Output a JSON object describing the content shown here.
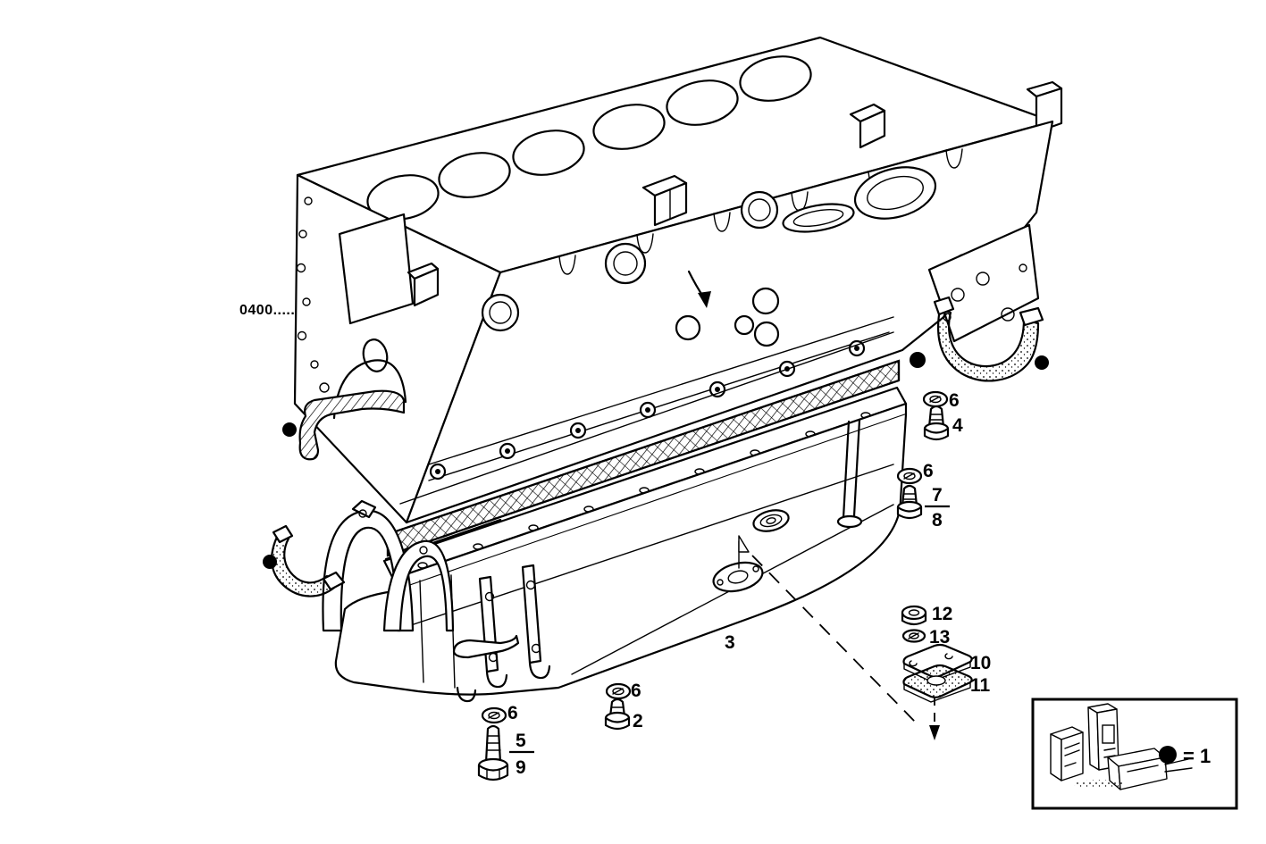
{
  "diagram": {
    "type": "exploded-parts-diagram",
    "subject": "engine cylinder block with oil sump and fasteners",
    "drawing_number": "0400.....",
    "legend": {
      "symbol": "filled-dot",
      "equation": "= 1"
    },
    "labels": {
      "drawing_number": "0400.....",
      "washer": "6",
      "bolt_4": "4",
      "fraction_7": "7",
      "fraction_8": "8",
      "nut_12": "12",
      "washer_13": "13",
      "plate_10": "10",
      "gasket_11": "11",
      "sump_3": "3",
      "bolt_2": "2",
      "fraction_5": "5",
      "fraction_9": "9",
      "legend_equation": "= 1"
    },
    "callouts": [
      {
        "number": "0400.....",
        "part": "cylinder-block-reference"
      },
      {
        "number": "1",
        "part": "gasket-set-item (shown as filled dot)"
      },
      {
        "number": "2",
        "part": "short-bolt"
      },
      {
        "number": "3",
        "part": "oil-sump"
      },
      {
        "number": "4",
        "part": "flanged-bolt"
      },
      {
        "number": "5/9",
        "part": "long-bolt-alternative"
      },
      {
        "number": "6",
        "part": "lock-washer (four places)"
      },
      {
        "number": "7/8",
        "part": "stud-bolt-alternative"
      },
      {
        "number": "10",
        "part": "cover-plate"
      },
      {
        "number": "11",
        "part": "cover-plate-gasket"
      },
      {
        "number": "12",
        "part": "nut"
      },
      {
        "number": "13",
        "part": "flat-washer"
      }
    ]
  }
}
